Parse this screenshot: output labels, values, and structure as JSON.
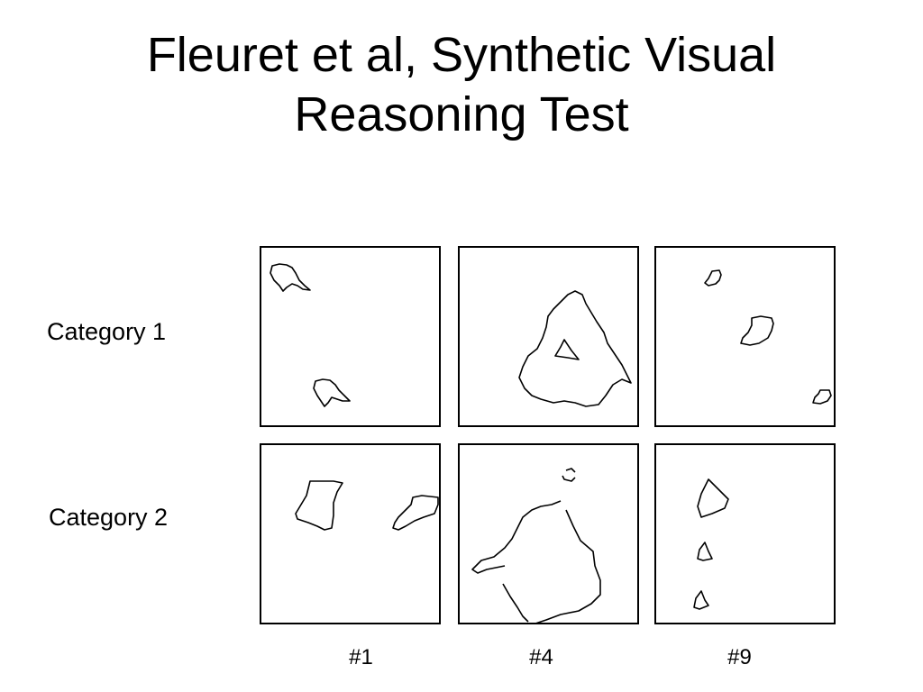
{
  "title": {
    "line1": "Fleuret et al, Synthetic Visual",
    "line2": "Reasoning Test"
  },
  "rows": [
    {
      "label": "Category 1"
    },
    {
      "label": "Category 2"
    }
  ],
  "columns": [
    {
      "label": "#1"
    },
    {
      "label": "#4"
    },
    {
      "label": "#9"
    }
  ]
}
